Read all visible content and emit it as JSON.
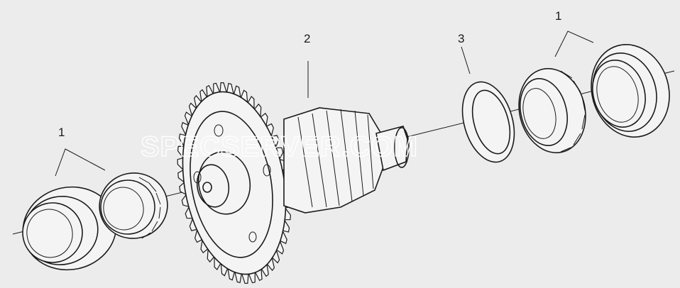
{
  "callouts": [
    {
      "id": "left-bearing",
      "text": "1"
    },
    {
      "id": "gear",
      "text": "2"
    },
    {
      "id": "spacer",
      "text": "3"
    },
    {
      "id": "right-bearing",
      "text": "1"
    }
  ],
  "watermark": "SPECSERVER.COM",
  "colors": {
    "background": "#ececec",
    "line": "#1b1b1b",
    "watermark": "#ffffff"
  }
}
